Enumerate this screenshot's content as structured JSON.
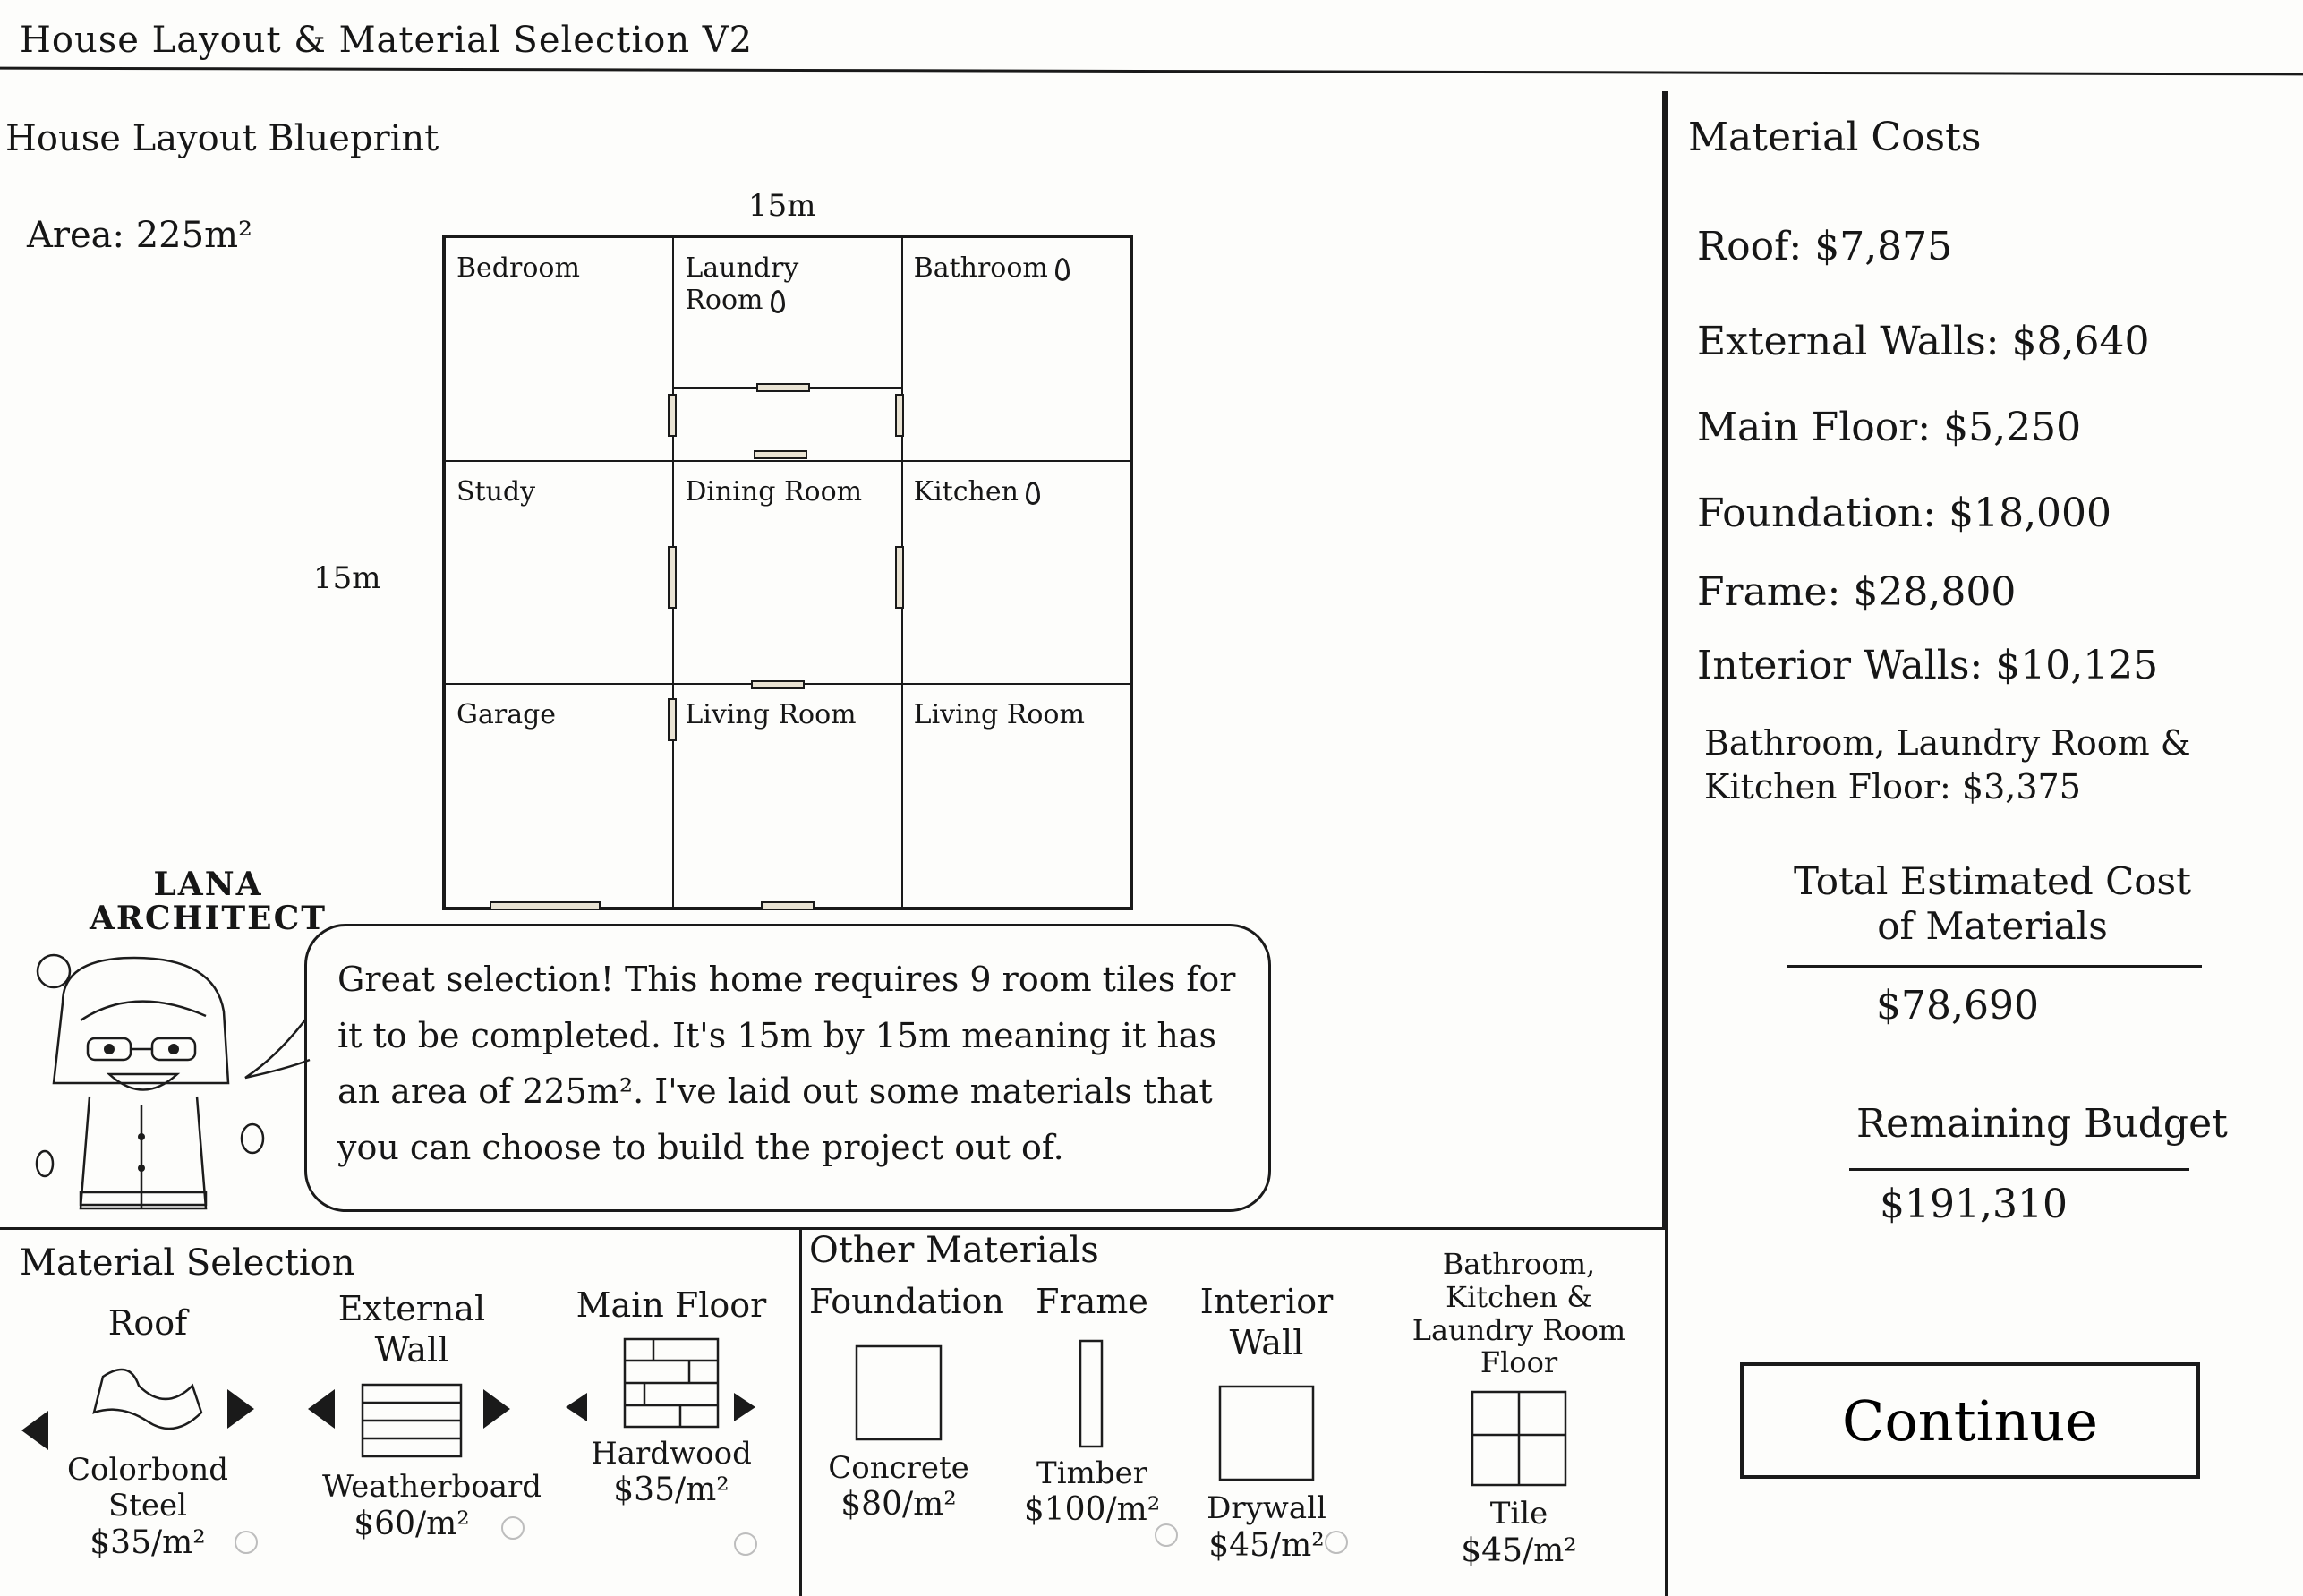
{
  "app": {
    "title": "House Layout & Material Selection V2"
  },
  "blueprint": {
    "title": "House Layout Blueprint",
    "area": "Area: 225m²",
    "width": "15m",
    "height": "15m",
    "rooms": [
      {
        "label": "Bedroom",
        "water": false
      },
      {
        "label": "Laundry Room",
        "water": true
      },
      {
        "label": "Bathroom",
        "water": true
      },
      {
        "label": "Study",
        "water": false
      },
      {
        "label": "Dining Room",
        "water": false
      },
      {
        "label": "Kitchen",
        "water": true
      },
      {
        "label": "Garage",
        "water": false
      },
      {
        "label": "Living Room",
        "water": false
      },
      {
        "label": "Living Room",
        "water": false
      }
    ]
  },
  "architect": {
    "name": "LANA",
    "role": "ARCHITECT",
    "message": "Great selection! This home requires 9 room tiles for it to be completed. It's 15m by 15m meaning it has an area of 225m². I've laid out some materials that you can choose to build the project out of."
  },
  "material_selection": {
    "title": "Material Selection",
    "items": [
      {
        "category": "Roof",
        "material": "Colorbond Steel",
        "price": "$35/m²"
      },
      {
        "category": "External Wall",
        "material": "Weatherboard",
        "price": "$60/m²"
      },
      {
        "category": "Main Floor",
        "material": "Hardwood",
        "price": "$35/m²"
      }
    ]
  },
  "other_materials": {
    "title": "Other Materials",
    "items": [
      {
        "category": "Foundation",
        "material": "Concrete",
        "price": "$80/m²"
      },
      {
        "category": "Frame",
        "material": "Timber",
        "price": "$100/m²"
      },
      {
        "category": "Interior Wall",
        "material": "Drywall",
        "price": "$45/m²"
      },
      {
        "category": "Bathroom, Kitchen & Laundry Room Floor",
        "material": "Tile",
        "price": "$45/m²"
      }
    ]
  },
  "costs": {
    "title": "Material Costs",
    "lines": [
      "Roof: $7,875",
      "External Walls: $8,640",
      "Main Floor: $5,250",
      "Foundation: $18,000",
      "Frame: $28,800",
      "Interior Walls: $10,125",
      "Bathroom, Laundry Room & Kitchen Floor: $3,375"
    ],
    "total_label": "Total Estimated Cost of Materials",
    "total_value": "$78,690",
    "remaining_label": "Remaining Budget",
    "remaining_value": "$191,310"
  },
  "actions": {
    "continue_label": "Continue"
  }
}
